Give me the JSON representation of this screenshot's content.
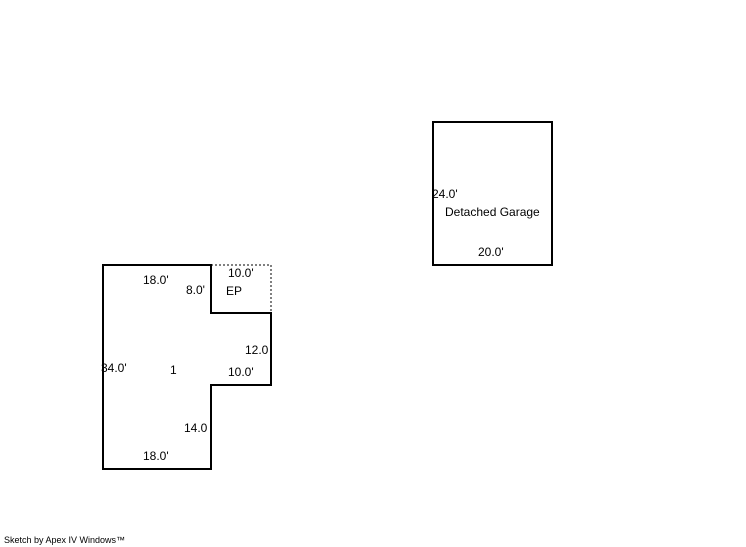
{
  "main_area": {
    "label": "1",
    "dims": {
      "top": "18.0'",
      "left": "34.0'",
      "bottom": "18.0'",
      "inner_vertical": "8.0'",
      "right": "12.0",
      "inner_horizontal": "10.0'",
      "lower_inner": "14.0"
    }
  },
  "porch": {
    "label": "EP",
    "width": "10.0'"
  },
  "garage": {
    "label": "Detached Garage",
    "height": "24.0'",
    "width": "20.0'"
  },
  "footer": "Sketch by Apex IV Windows™"
}
